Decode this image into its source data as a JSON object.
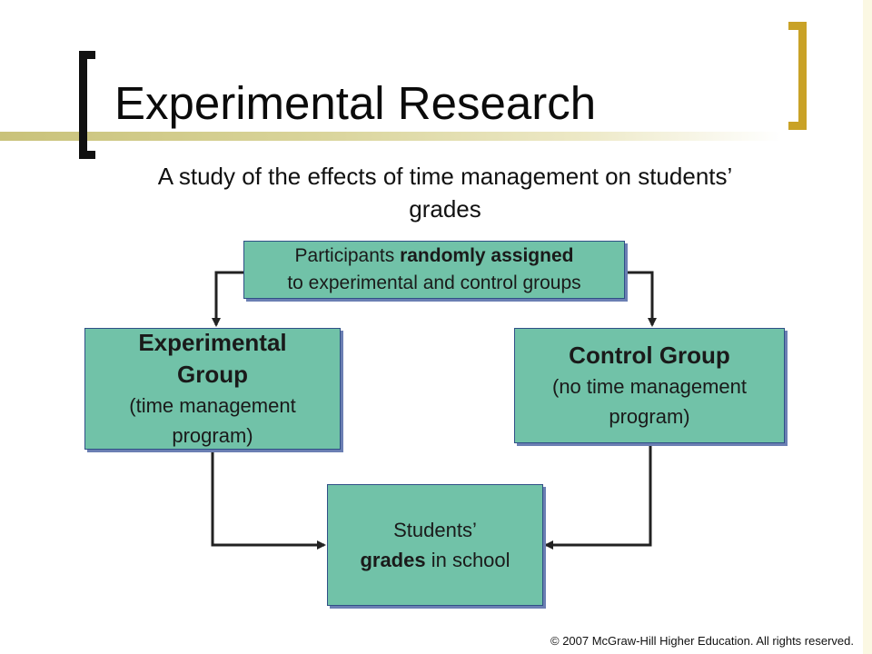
{
  "slide": {
    "title": "Experimental Research",
    "subtitle": "A study of the effects of time management on students’ grades",
    "copyright": "© 2007 McGraw-Hill Higher Education. All rights reserved."
  },
  "diagram": {
    "participants": {
      "line1_normal": "Participants ",
      "line1_bold": "randomly assigned",
      "line2": "to experimental and control groups"
    },
    "experimental_group": {
      "title_line1": "Experimental",
      "title_line2": "Group",
      "desc_line1": "(time management",
      "desc_line2": "program)"
    },
    "control_group": {
      "title": "Control Group",
      "desc_line1": "(no time management",
      "desc_line2": "program)"
    },
    "outcome": {
      "line1": "Students’",
      "line2_bold": "grades",
      "line2_normal": " in school"
    }
  },
  "colors": {
    "box_fill": "#71c2a8",
    "box_border": "#2f4f86",
    "box_shadow": "#6b7fb3",
    "left_bracket": "#111111",
    "right_bracket": "#c9a227",
    "rule": "#c9c27a",
    "arrow": "#222222"
  }
}
